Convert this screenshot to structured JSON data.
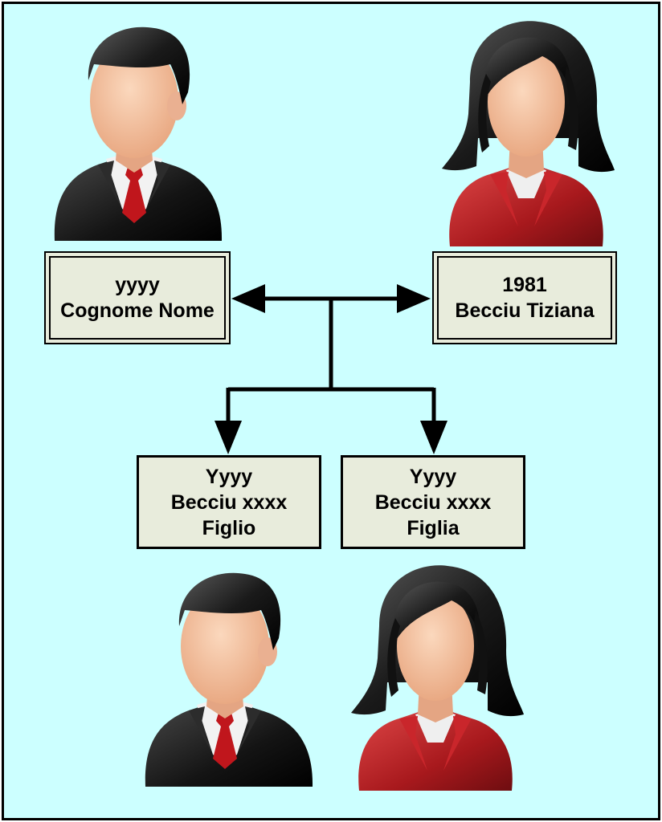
{
  "persons": {
    "father": {
      "line1": "yyyy",
      "line2": "Cognome Nome"
    },
    "mother": {
      "line1": "1981",
      "line2": "Becciu Tiziana"
    },
    "son": {
      "line1": "Yyyy",
      "line2": "Becciu xxxx",
      "line3": "Figlio"
    },
    "daughter": {
      "line1": "Yyyy",
      "line2": "Becciu xxxx",
      "line3": "Figlia"
    }
  },
  "colors": {
    "background": "#ccffff",
    "box_fill": "#e8ecdc",
    "male_suit": "#1a1a1a",
    "female_jacket": "#b01e22",
    "skin": "#f6c4a0",
    "hair": "#1c1c1c",
    "tie": "#c0161c"
  },
  "icons": [
    "man-avatar-icon",
    "woman-avatar-icon"
  ]
}
